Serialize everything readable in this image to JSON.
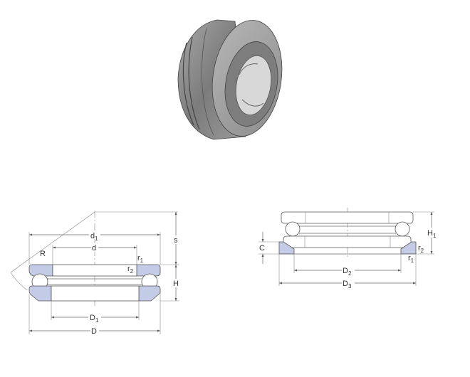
{
  "title": "Thrust ball bearing",
  "left_drawing": {
    "labels": {
      "d1": "d",
      "d1_sub": "1",
      "d": "d",
      "R": "R",
      "r1": "r",
      "r1_sub": "1",
      "r2": "r",
      "r2_sub": "2",
      "s": "s",
      "H": "H",
      "D1": "D",
      "D1_sub": "1",
      "D": "D"
    }
  },
  "right_drawing": {
    "labels": {
      "C": "C",
      "H1": "H",
      "H1_sub": "1",
      "r2": "r",
      "r2_sub": "2",
      "r1": "r",
      "r1_sub": "1",
      "D2": "D",
      "D2_sub": "2",
      "D3": "D",
      "D3_sub": "3"
    }
  },
  "colors": {
    "section_fill": "#c4cbe6",
    "metal": "#8a8a8a"
  }
}
